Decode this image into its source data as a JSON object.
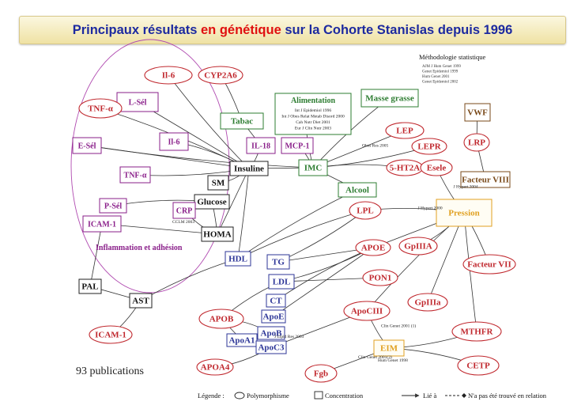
{
  "title": {
    "part1": "Principaux résultats ",
    "highlight": "en génétique",
    "part2": " sur la Cohorte Stanislas depuis 1996"
  },
  "colors": {
    "title_text": "#1d2aa0",
    "title_highlight": "#e01010",
    "title_bg": "#f3e9b8",
    "polymorphism": "#c0282e",
    "inflammation": "#8a1f8a",
    "lipid": "#2c3597",
    "environment": "#2e7d32",
    "concentration": "#222222",
    "pressure": "#e0a020",
    "vascular": "#7a4a1a"
  },
  "method": {
    "title": "Méthodologie statistique",
    "refs": [
      "AJM J Hum Genet 1999",
      "Genet Epidemiol 1999",
      "Hum Genet 2001",
      "Genet Epidemiol 2002"
    ]
  },
  "alimentation": {
    "title": "Alimentation",
    "refs": [
      "Int J Epidemiol 1996",
      "Int J Obes Relat Metab Disord 2000",
      "Cah Nutr Diet 2001",
      "Eur J Clin Nutr 2003"
    ]
  },
  "nodes": [
    {
      "id": "il6a",
      "label": "Il-6",
      "kind": "poly"
    },
    {
      "id": "cyp",
      "label": "CYP2A6",
      "kind": "poly"
    },
    {
      "id": "lsel",
      "label": "L-Sél",
      "kind": "infl"
    },
    {
      "id": "tnf",
      "label": "TNF-α",
      "kind": "poly"
    },
    {
      "id": "tabac",
      "label": "Tabac",
      "kind": "env"
    },
    {
      "id": "massegrasse",
      "label": "Masse grasse",
      "kind": "env"
    },
    {
      "id": "vwf",
      "label": "VWF",
      "kind": "vasc"
    },
    {
      "id": "il6b",
      "label": "Il-6",
      "kind": "infl"
    },
    {
      "id": "il18",
      "label": "IL-18",
      "kind": "infl"
    },
    {
      "id": "mcp1",
      "label": "MCP-1",
      "kind": "infl"
    },
    {
      "id": "lep",
      "label": "LEP",
      "kind": "poly"
    },
    {
      "id": "lepr",
      "label": "LEPR",
      "kind": "poly"
    },
    {
      "id": "lrp",
      "label": "LRP",
      "kind": "poly"
    },
    {
      "id": "esel",
      "label": "E-Sél",
      "kind": "infl"
    },
    {
      "id": "tnfa2",
      "label": "TNF-α",
      "kind": "infl"
    },
    {
      "id": "insuline",
      "label": "Insuline",
      "kind": "conc"
    },
    {
      "id": "imc",
      "label": "IMC",
      "kind": "env"
    },
    {
      "id": "ht2a",
      "label": "5-HT2A",
      "kind": "poly"
    },
    {
      "id": "esele",
      "label": "Esele",
      "kind": "poly"
    },
    {
      "id": "fviii",
      "label": "Facteur VIII",
      "kind": "vasc"
    },
    {
      "id": "sm",
      "label": "SM",
      "kind": "conc"
    },
    {
      "id": "alcool",
      "label": "Alcool",
      "kind": "env"
    },
    {
      "id": "psel",
      "label": "P-Sél",
      "kind": "infl"
    },
    {
      "id": "glucose",
      "label": "Glucose",
      "kind": "conc"
    },
    {
      "id": "crp",
      "label": "CRP",
      "kind": "infl"
    },
    {
      "id": "lpl",
      "label": "LPL",
      "kind": "poly"
    },
    {
      "id": "pression",
      "label": "Pression",
      "kind": "press"
    },
    {
      "id": "icam1",
      "label": "ICAM-1",
      "kind": "infl"
    },
    {
      "id": "homa",
      "label": "HOMA",
      "kind": "conc"
    },
    {
      "id": "tg",
      "label": "TG",
      "kind": "lipid"
    },
    {
      "id": "apoe_p",
      "label": "APOE",
      "kind": "poly"
    },
    {
      "id": "gp2a",
      "label": "GpIIIA",
      "kind": "poly"
    },
    {
      "id": "hdl",
      "label": "HDL",
      "kind": "lipid"
    },
    {
      "id": "fvii",
      "label": "Facteur VII",
      "kind": "poly"
    },
    {
      "id": "pon1",
      "label": "PON1",
      "kind": "poly"
    },
    {
      "id": "ldl",
      "label": "LDL",
      "kind": "lipid"
    },
    {
      "id": "pal",
      "label": "PAL",
      "kind": "conc"
    },
    {
      "id": "ct",
      "label": "CT",
      "kind": "lipid"
    },
    {
      "id": "ast",
      "label": "AST",
      "kind": "conc"
    },
    {
      "id": "apoc3p",
      "label": "ApoCIII",
      "kind": "poly"
    },
    {
      "id": "gp3a",
      "label": "GpIIIa",
      "kind": "poly"
    },
    {
      "id": "apob_p",
      "label": "APOB",
      "kind": "poly"
    },
    {
      "id": "apoe_c",
      "label": "ApoE",
      "kind": "lipid"
    },
    {
      "id": "icam1p",
      "label": "ICAM-1",
      "kind": "poly"
    },
    {
      "id": "apob_c",
      "label": "ApoB",
      "kind": "lipid"
    },
    {
      "id": "mthfr",
      "label": "MTHFR",
      "kind": "poly"
    },
    {
      "id": "apoa1",
      "label": "ApoA1",
      "kind": "lipid"
    },
    {
      "id": "eim",
      "label": "EIM",
      "kind": "press"
    },
    {
      "id": "apoc3",
      "label": "ApoC3",
      "kind": "lipid"
    },
    {
      "id": "cetp",
      "label": "CETP",
      "kind": "poly"
    },
    {
      "id": "apoa4",
      "label": "APOA4",
      "kind": "poly"
    },
    {
      "id": "fgb",
      "label": "Fgb",
      "kind": "poly"
    }
  ],
  "edge_labels": [
    {
      "from": "lpl",
      "to": "pression",
      "text": "J Hypert 2000"
    },
    {
      "from": "esele",
      "to": "pression",
      "text": "J Hypert 2004"
    },
    {
      "from": "apoc3p",
      "to": "eim",
      "text": "Clin Genet 2001 (1)"
    },
    {
      "from": "fgb",
      "to": "eim",
      "text": "Clin Genet 2001(3)"
    },
    {
      "from": "apob_c",
      "to": "apoc3",
      "text": "J Lipid Res 2003"
    },
    {
      "from": "lep",
      "to": "imc",
      "text": "Obes Res 2005"
    }
  ],
  "cluster_label": "Inflammation et adhésion",
  "eim_ref": "Hum Genet 1998",
  "crp_ref": "CCLM 2003",
  "publications": "93 publications",
  "legend": {
    "label": "Légende :",
    "polymorphism": "Polymorphisme",
    "concentration": "Concentration",
    "linked": "Lié à",
    "not_found": "N'a pas été trouvé en relation"
  }
}
